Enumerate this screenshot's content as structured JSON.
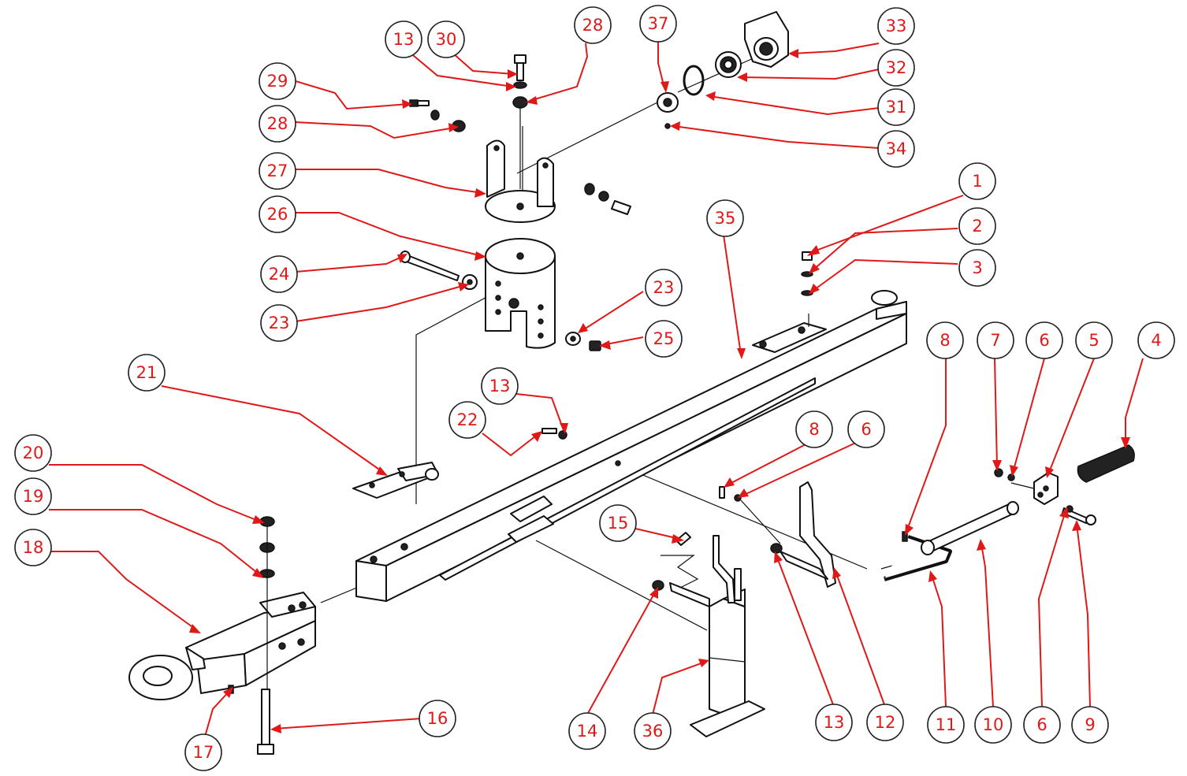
{
  "callouts": [
    {
      "id": "1",
      "label": "1"
    },
    {
      "id": "2",
      "label": "2"
    },
    {
      "id": "3",
      "label": "3"
    },
    {
      "id": "4",
      "label": "4"
    },
    {
      "id": "5",
      "label": "5"
    },
    {
      "id": "6a",
      "label": "6"
    },
    {
      "id": "7",
      "label": "7"
    },
    {
      "id": "8a",
      "label": "8"
    },
    {
      "id": "6b",
      "label": "6"
    },
    {
      "id": "8b",
      "label": "8"
    },
    {
      "id": "9",
      "label": "9"
    },
    {
      "id": "6c",
      "label": "6"
    },
    {
      "id": "10",
      "label": "10"
    },
    {
      "id": "11",
      "label": "11"
    },
    {
      "id": "12",
      "label": "12"
    },
    {
      "id": "13a",
      "label": "13"
    },
    {
      "id": "36",
      "label": "36"
    },
    {
      "id": "14",
      "label": "14"
    },
    {
      "id": "15",
      "label": "15"
    },
    {
      "id": "16",
      "label": "16"
    },
    {
      "id": "17",
      "label": "17"
    },
    {
      "id": "18",
      "label": "18"
    },
    {
      "id": "19",
      "label": "19"
    },
    {
      "id": "20",
      "label": "20"
    },
    {
      "id": "21",
      "label": "21"
    },
    {
      "id": "22",
      "label": "22"
    },
    {
      "id": "13b",
      "label": "13"
    },
    {
      "id": "35",
      "label": "35"
    },
    {
      "id": "23a",
      "label": "23"
    },
    {
      "id": "24",
      "label": "24"
    },
    {
      "id": "23b",
      "label": "23"
    },
    {
      "id": "25",
      "label": "25"
    },
    {
      "id": "26",
      "label": "26"
    },
    {
      "id": "27",
      "label": "27"
    },
    {
      "id": "28a",
      "label": "28"
    },
    {
      "id": "29",
      "label": "29"
    },
    {
      "id": "13c",
      "label": "13"
    },
    {
      "id": "30",
      "label": "30"
    },
    {
      "id": "28b",
      "label": "28"
    },
    {
      "id": "37",
      "label": "37"
    },
    {
      "id": "33",
      "label": "33"
    },
    {
      "id": "32",
      "label": "32"
    },
    {
      "id": "31",
      "label": "31"
    },
    {
      "id": "34",
      "label": "34"
    }
  ]
}
